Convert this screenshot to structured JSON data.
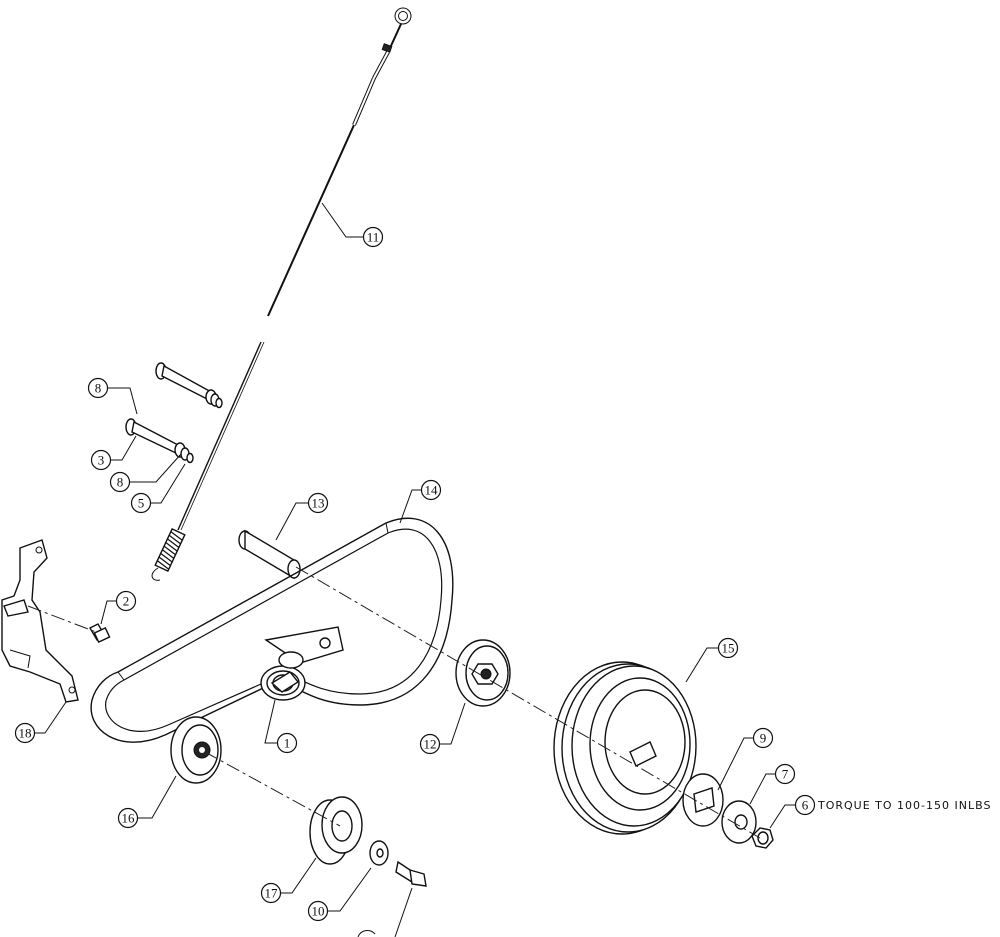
{
  "callouts": [
    "1",
    "2",
    "3",
    "5",
    "6",
    "7",
    "8",
    "8",
    "9",
    "10",
    "11",
    "12",
    "13",
    "14",
    "15",
    "16",
    "17",
    "18"
  ],
  "note": "TORQUE TO 100-150 INLBS"
}
